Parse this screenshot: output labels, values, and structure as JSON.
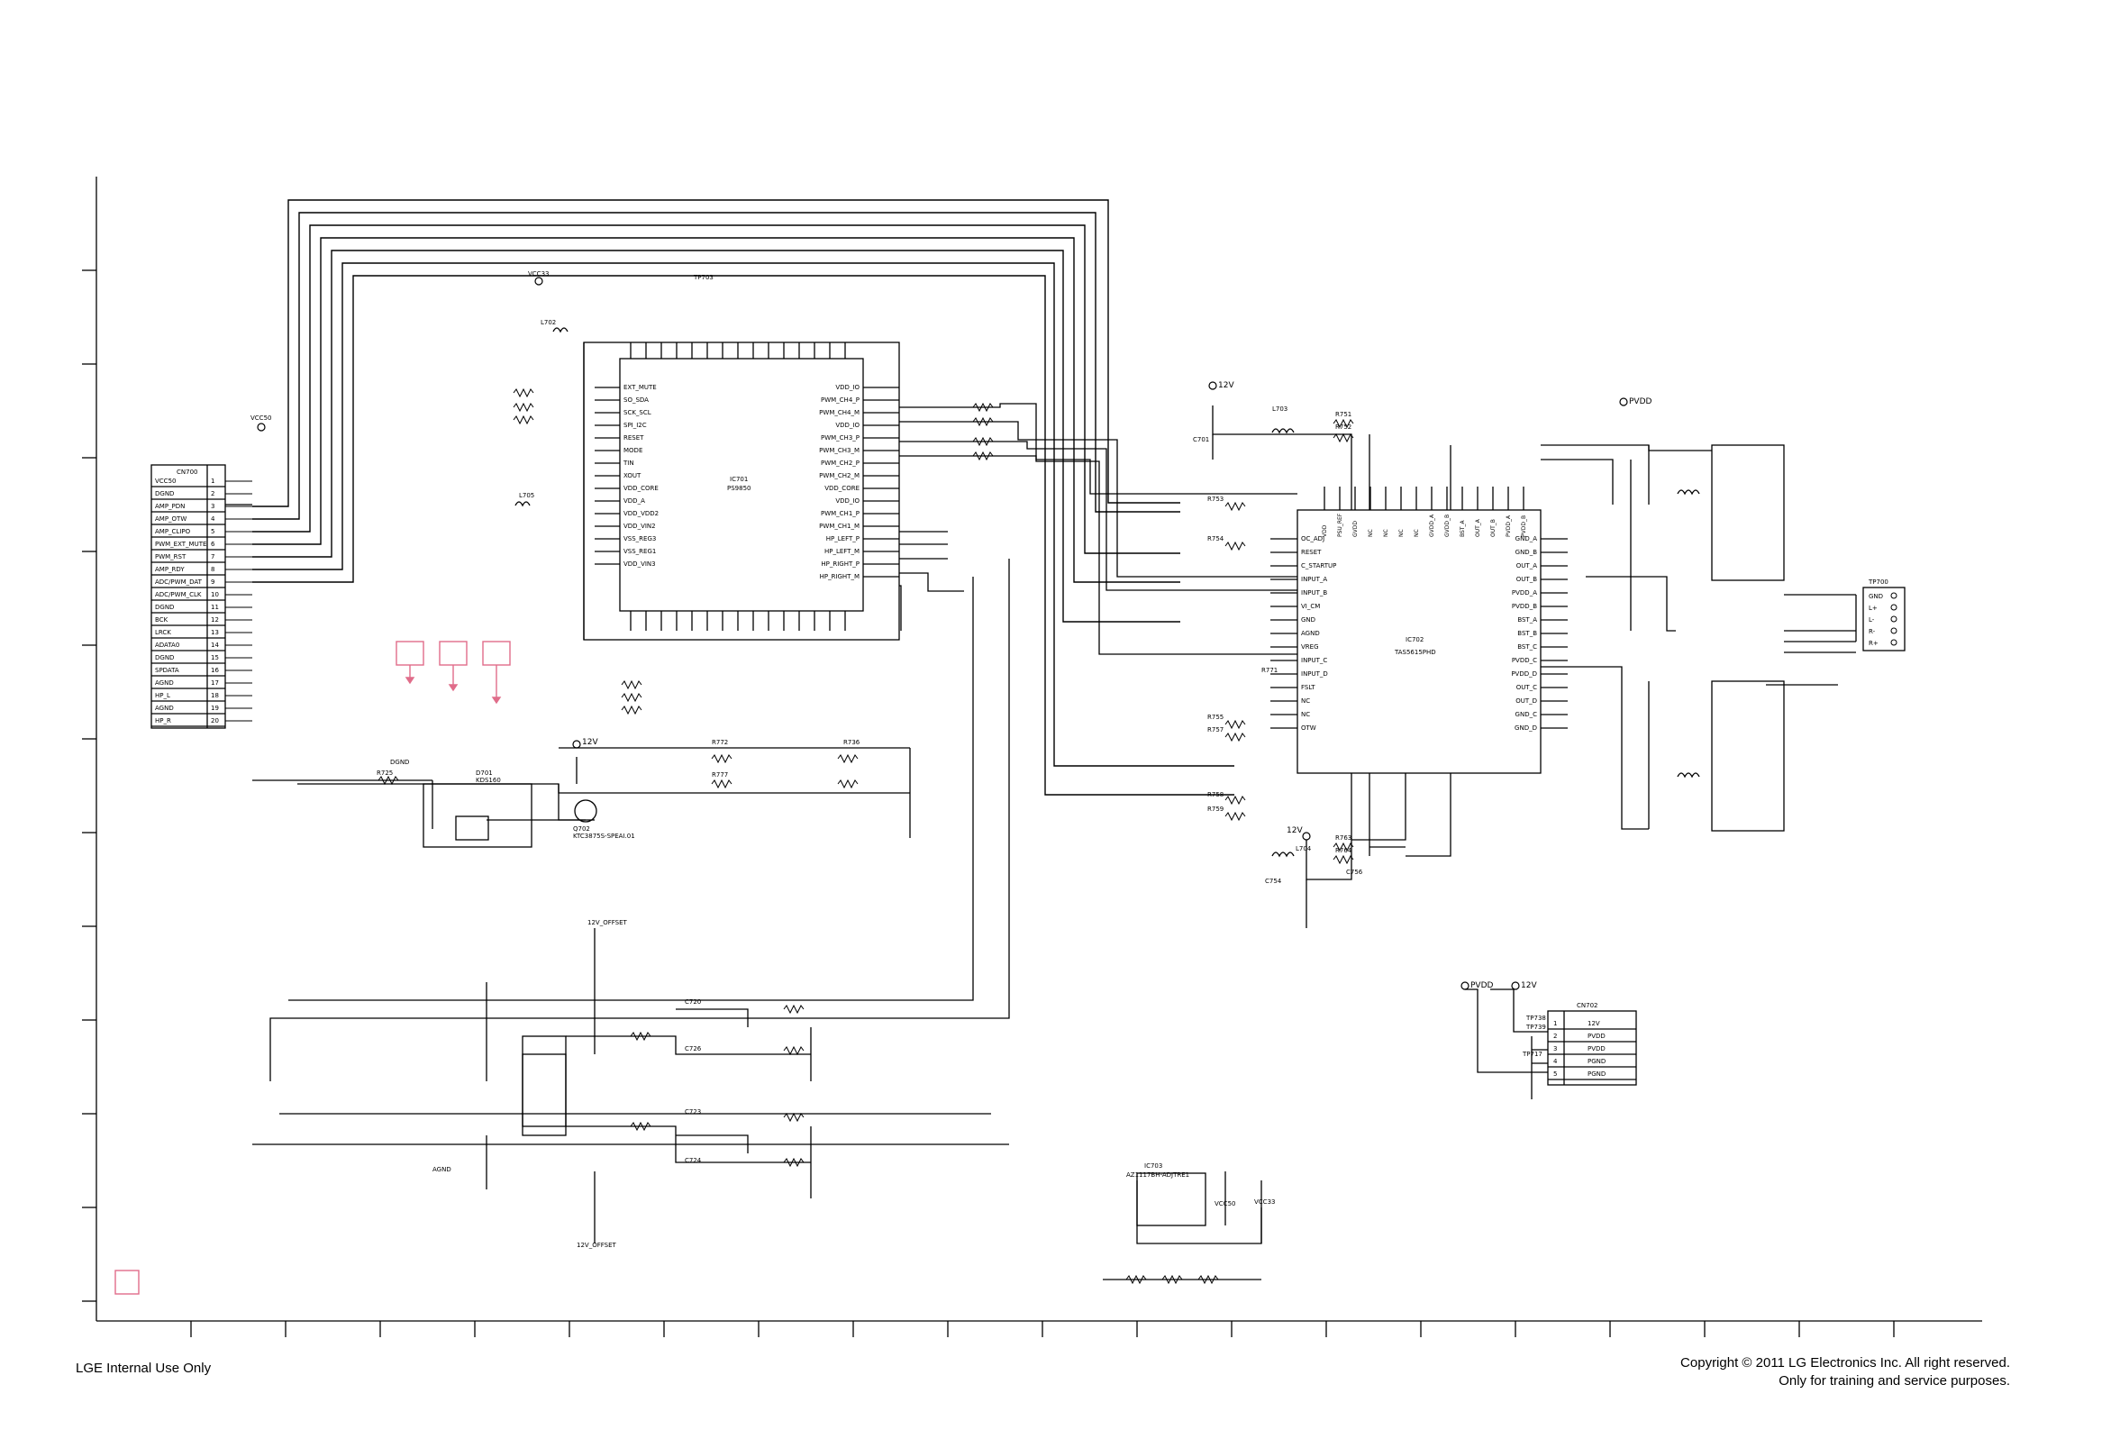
{
  "footer": {
    "left": "LGE Internal Use Only",
    "copyright": "Copyright © 2011 LG Electronics Inc. All right reserved.",
    "training": "Only for training and service purposes."
  },
  "colors": {
    "ink": "#000000",
    "marker": "#e06d8a",
    "paper": "#ffffff"
  },
  "ics": {
    "ic701": {
      "ref": "IC701",
      "part": "PS9850"
    },
    "ic702": {
      "ref": "IC702",
      "part": "TAS5615PHD"
    },
    "ic703": {
      "ref": "IC703",
      "part": "AZ1117BH-ADJTRE1"
    }
  },
  "connectors": {
    "cn700": {
      "ref": "CN700",
      "pins": [
        {
          "n": "1",
          "name": "VCC50"
        },
        {
          "n": "2",
          "name": "DGND"
        },
        {
          "n": "3",
          "name": "AMP_PDN"
        },
        {
          "n": "4",
          "name": "AMP_OTW"
        },
        {
          "n": "5",
          "name": "AMP_CLIPO"
        },
        {
          "n": "6",
          "name": "PWM_EXT_MUTE"
        },
        {
          "n": "7",
          "name": "PWM_RST"
        },
        {
          "n": "8",
          "name": "AMP_RDY"
        },
        {
          "n": "9",
          "name": "ADC/PWM_DAT"
        },
        {
          "n": "10",
          "name": "ADC/PWM_CLK"
        },
        {
          "n": "11",
          "name": "DGND"
        },
        {
          "n": "12",
          "name": "BCK"
        },
        {
          "n": "13",
          "name": "LRCK"
        },
        {
          "n": "14",
          "name": "ADATA0"
        },
        {
          "n": "15",
          "name": "DGND"
        },
        {
          "n": "16",
          "name": "SPDATA"
        },
        {
          "n": "17",
          "name": "AGND"
        },
        {
          "n": "18",
          "name": "HP_L"
        },
        {
          "n": "19",
          "name": "AGND"
        },
        {
          "n": "20",
          "name": "HP_R"
        }
      ]
    },
    "cn702": {
      "ref": "CN702",
      "pins": [
        {
          "n": "1",
          "name": "12V"
        },
        {
          "n": "2",
          "name": "PVDD"
        },
        {
          "n": "3",
          "name": "PVDD"
        },
        {
          "n": "4",
          "name": "PGND"
        },
        {
          "n": "5",
          "name": "PGND"
        }
      ]
    },
    "tp700": {
      "ref": "TP700",
      "pins": [
        "GND",
        "L+",
        "L-",
        "R-",
        "R+"
      ]
    }
  },
  "rails": {
    "v12": "12V",
    "pvdd": "PVDD",
    "vcc33": "VCC33",
    "vcc50": "VCC50",
    "offset": "12V_OFFSET",
    "dgnd": "DGND",
    "agnd": "AGND"
  },
  "labels": {
    "l702": "L702",
    "l703": "L703",
    "l704": "L704",
    "l705": "L705",
    "q702": "Q702",
    "q702_part": "KTC3875S-SPEAI.01",
    "d701": "D701",
    "d701_part": "KDS160",
    "r725": "R725",
    "r772": "R772",
    "r777": "R777",
    "r736": "R736",
    "r751": "R751",
    "r752": "R752",
    "r763": "R763",
    "r764": "R764",
    "r753": "R753",
    "r754": "R754",
    "r755": "R755",
    "r757": "R757",
    "r758": "R758",
    "r759": "R759",
    "r771": "R771",
    "c701": "C701",
    "c754": "C754",
    "c756": "C756",
    "tp703": "TP703",
    "tp738": "TP738",
    "tp739": "TP739",
    "tp717": "TP717",
    "c720": "C720",
    "c723": "C723",
    "c724": "C724",
    "c726": "C726"
  },
  "ic701_pins_left": [
    "EXT_MUTE",
    "SO_SDA",
    "SCK_SCL",
    "SPI_I2C",
    "RESET",
    "MODE",
    "TIN",
    "XOUT",
    "VDD_CORE",
    "VDD_A",
    "VDD_VDD2",
    "VDD_VIN2",
    "VSS_REG3",
    "VSS_REG1",
    "VDD_VIN3"
  ],
  "ic701_pins_right": [
    "VDD_IO",
    "PWM_CH4_P",
    "PWM_CH4_M",
    "VDD_IO",
    "PWM_CH3_P",
    "PWM_CH3_M",
    "PWM_CH2_P",
    "PWM_CH2_M",
    "VDD_CORE",
    "VDD_IO",
    "PWM_CH1_P",
    "PWM_CH1_M",
    "HP_LEFT_P",
    "HP_LEFT_M",
    "HP_RIGHT_P",
    "HP_RIGHT_M"
  ],
  "ic702_pins_left": [
    "OC_ADJ",
    "RESET",
    "C_STARTUP",
    "INPUT_A",
    "INPUT_B",
    "VI_CM",
    "GND",
    "AGND",
    "VREG",
    "INPUT_C",
    "INPUT_D",
    "FSLT",
    "NC",
    "NC",
    "OTW"
  ],
  "ic702_pins_right": [
    "GND_A",
    "GND_B",
    "OUT_A",
    "OUT_B",
    "PVDD_A",
    "PVDD_B",
    "BST_A",
    "BST_B",
    "BST_C",
    "PVDD_C",
    "PVDD_D",
    "OUT_C",
    "OUT_D",
    "GND_C",
    "GND_D"
  ],
  "ic702_pins_top": [
    "VDD",
    "PSU_REF",
    "GVDD",
    "NC",
    "NC",
    "NC",
    "NC",
    "GVDD_A",
    "GVDD_B",
    "BST_A",
    "OUT_A",
    "OUT_B",
    "PVDD_A",
    "PVDD_B"
  ]
}
